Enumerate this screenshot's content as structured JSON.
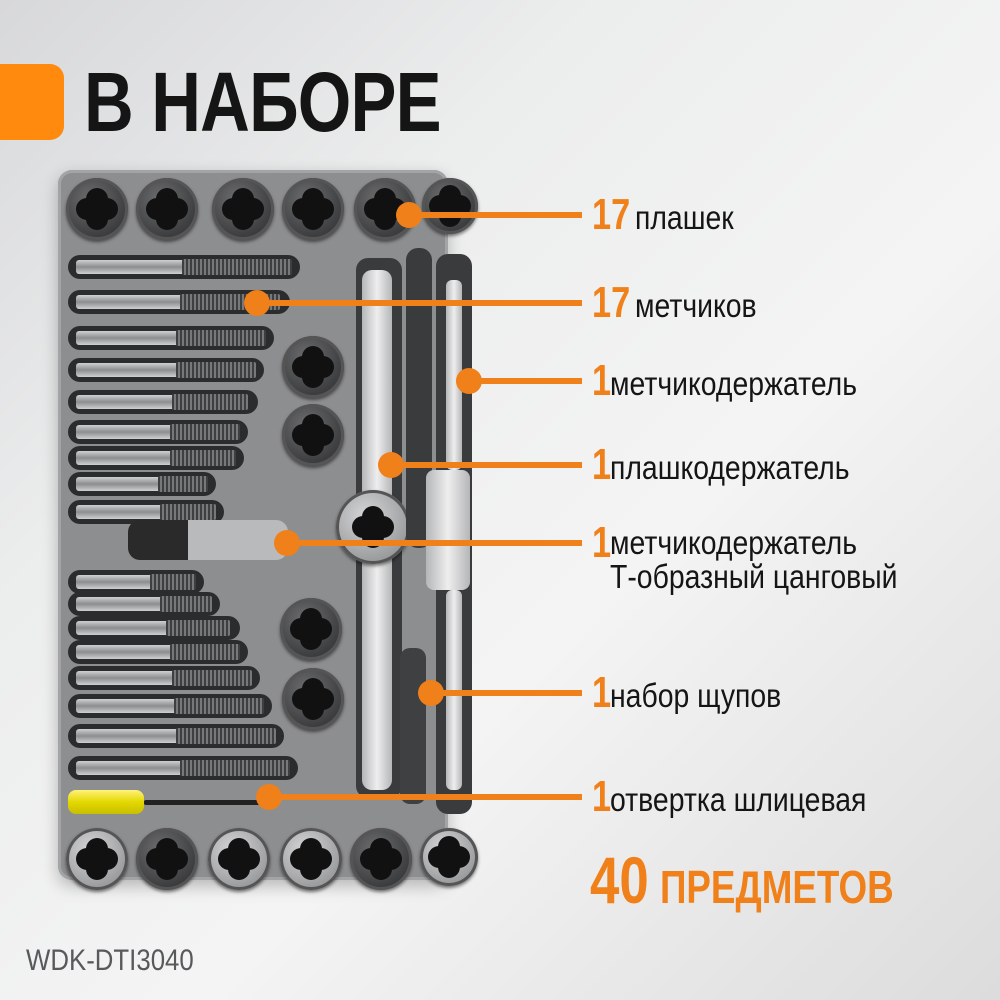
{
  "header": {
    "title": "В НАБОРЕ",
    "accent_color": "#ff8a0d"
  },
  "product_image": {
    "description": "Tap and die set in grey plastic tray",
    "callout_color": "#f08019"
  },
  "items": [
    {
      "count": "17",
      "label": "плашек"
    },
    {
      "count": "17",
      "label": "метчиков"
    },
    {
      "count": "1",
      "label": "метчикодержатель"
    },
    {
      "count": "1",
      "label": "плашкодержатель"
    },
    {
      "count": "1",
      "label": "метчикодержатель",
      "label_line2": "Т-образный цанговый"
    },
    {
      "count": "1",
      "label": "набор щупов"
    },
    {
      "count": "1",
      "label": "отвертка шлицевая"
    }
  ],
  "total": {
    "count": "40",
    "label": "ПРЕДМЕТОВ"
  },
  "model": "WDK-DTI3040"
}
